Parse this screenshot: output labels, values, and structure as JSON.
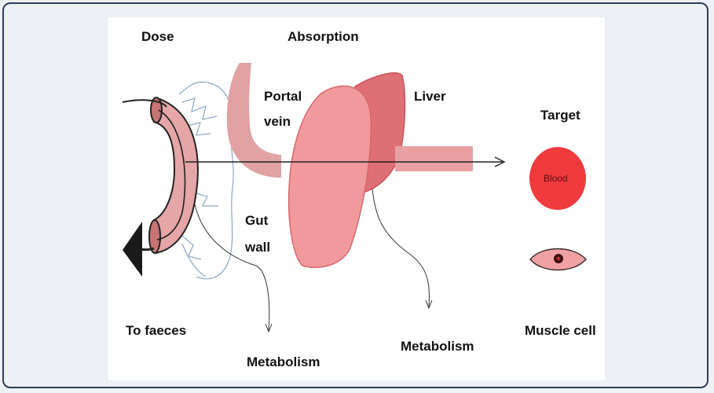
{
  "labels": {
    "dose": "Dose",
    "absorption": "Absorption",
    "portal_vein": [
      "Portal",
      "vein"
    ],
    "liver": "Liver",
    "target": "Target",
    "blood": "Blood",
    "gut_wall": [
      "Gut",
      "wall"
    ],
    "to_faeces": "To faeces",
    "metabolism_gut": "Metabolism",
    "metabolism_liver": "Metabolism",
    "muscle_cell": "Muscle cell"
  },
  "colors": {
    "gut_fill": "#e4a6a6",
    "portal_fill": "#e0a2a2",
    "liver_front": "#f09a9d",
    "liver_back": "#de6f74",
    "blood": "#ef3a3e",
    "arrow": "#222222",
    "capillary": "#8aa6c8"
  }
}
